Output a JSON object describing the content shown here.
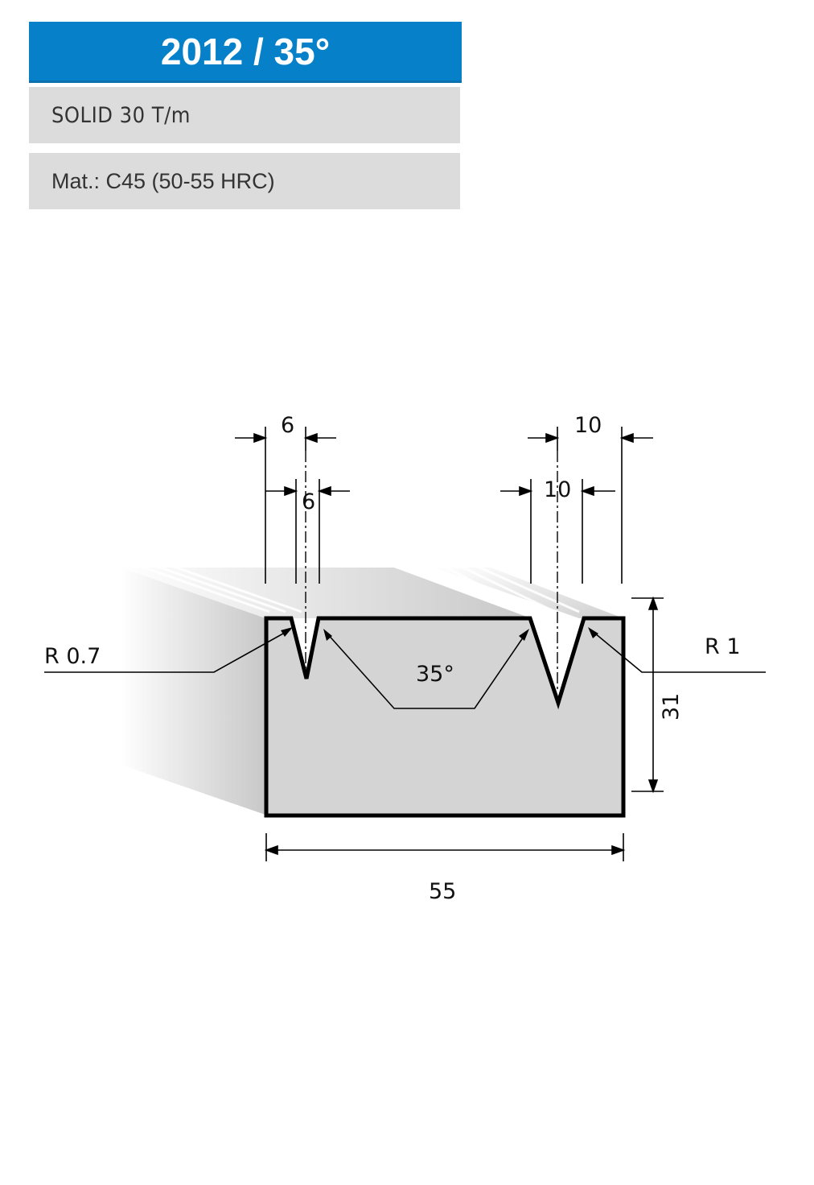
{
  "header": {
    "title": "2012 / 35°",
    "capacity": "SOLID  30 T/m",
    "material": "Mat.: C45 (50-55 HRC)"
  },
  "drawing": {
    "dim_left_outer": "6",
    "dim_left_inner": "6",
    "dim_right_outer": "10",
    "dim_right_inner": "10",
    "radius_left": "R 0.7",
    "radius_right": "R 1",
    "angle": "35°",
    "height": "31",
    "width": "55"
  },
  "colors": {
    "title_bar": "#0580c9",
    "info_row": "#dcdcdc",
    "die_body": "#d4d4d4"
  }
}
